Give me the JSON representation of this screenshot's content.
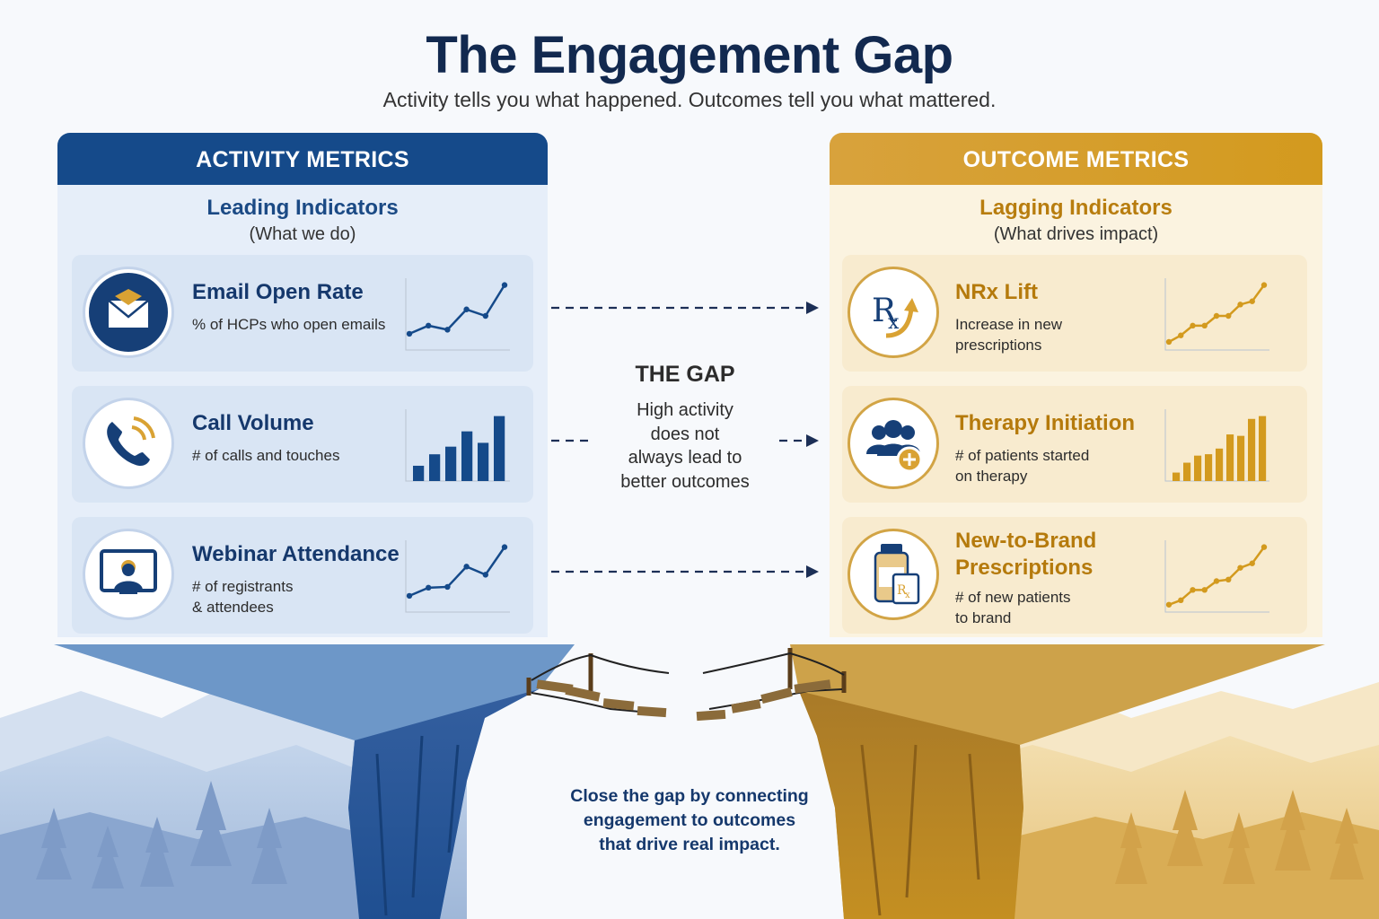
{
  "header": {
    "title": "The Engagement Gap",
    "subtitle": "Activity tells you what happened. Outcomes tell you what mattered."
  },
  "activity": {
    "heading": "ACTIVITY METRICS",
    "indicator_title": "Leading Indicators",
    "indicator_sub": "(What we do)",
    "metrics": [
      {
        "title": "Email Open Rate",
        "desc": "% of HCPs who open emails",
        "icon": "envelope-icon",
        "chart_type": "line",
        "values": [
          2,
          3,
          2.5,
          5,
          4.2,
          8
        ]
      },
      {
        "title": "Call Volume",
        "desc": "# of calls and touches",
        "icon": "phone-icon",
        "chart_type": "bar",
        "values": [
          2,
          3.5,
          4.5,
          6.5,
          5,
          8.5
        ]
      },
      {
        "title": "Webinar Attendance",
        "desc": "# of registrants\n& attendees",
        "icon": "webinar-icon",
        "chart_type": "line",
        "values": [
          2,
          3,
          3.1,
          5.6,
          4.6,
          8
        ]
      }
    ]
  },
  "outcome": {
    "heading": "OUTCOME METRICS",
    "indicator_title": "Lagging Indicators",
    "indicator_sub": "(What drives impact)",
    "metrics": [
      {
        "title": "NRx Lift",
        "desc": "Increase in new\nprescriptions",
        "icon": "rx-lift-icon",
        "chart_type": "line",
        "values": [
          1,
          1.8,
          3,
          3,
          4.2,
          4.2,
          5.6,
          6,
          8
        ]
      },
      {
        "title": "Therapy Initiation",
        "desc": "# of patients started\non therapy",
        "icon": "patients-icon",
        "chart_type": "bar",
        "values": [
          1.2,
          2.6,
          3.6,
          3.8,
          4.6,
          6.6,
          6.4,
          8.8,
          9.2
        ]
      },
      {
        "title": "New-to-Brand\nPrescriptions",
        "desc": "# of new patients\nto brand",
        "icon": "prescription-bottle-icon",
        "chart_type": "line",
        "values": [
          1,
          1.6,
          3,
          3,
          4.2,
          4.4,
          6,
          6.6,
          8.8
        ]
      }
    ]
  },
  "gap": {
    "title": "THE GAP",
    "text": "High activity\ndoes not\nalways lead to\nbetter outcomes"
  },
  "closing": "Close the gap by connecting\nengagement to outcomes\nthat drive real impact.",
  "colors": {
    "navy": "#154a8a",
    "gold": "#d39a1e"
  }
}
